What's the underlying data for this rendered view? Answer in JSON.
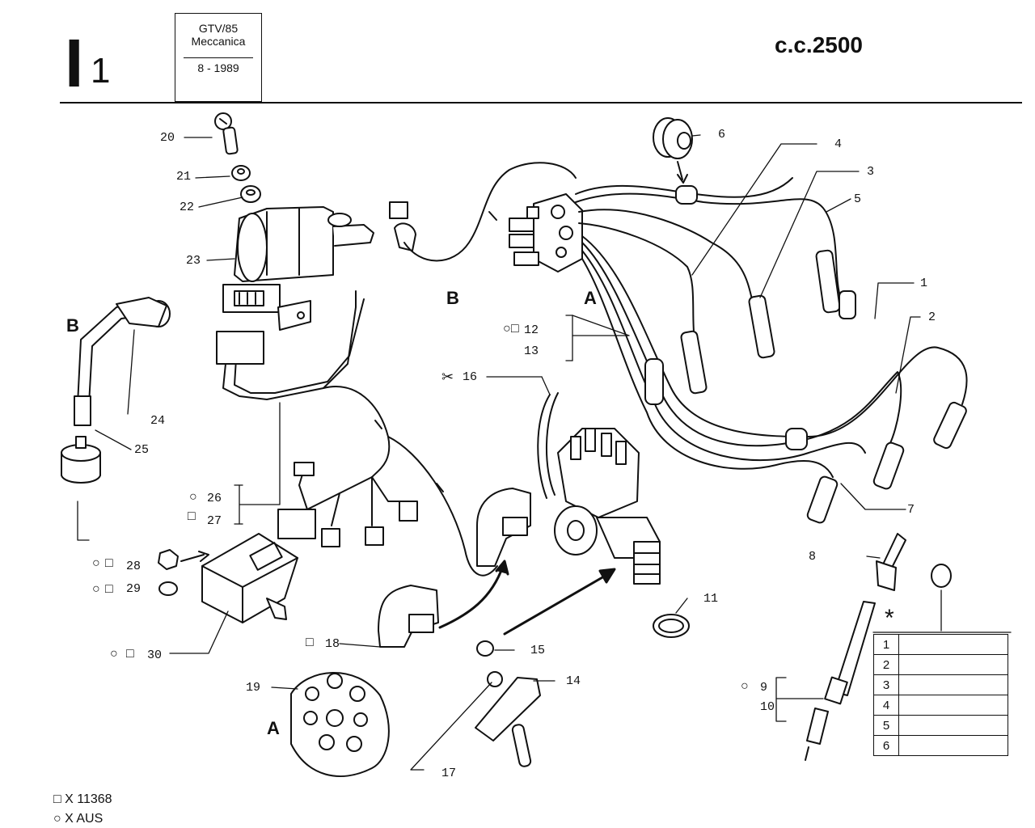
{
  "header": {
    "section_letter": "I",
    "section_number": "1",
    "model": "GTV/85",
    "group": "Meccanica",
    "date": "8 - 1989",
    "engine": "c.c.2500"
  },
  "callouts": {
    "c1": "1",
    "c2": "2",
    "c3": "3",
    "c4": "4",
    "c5": "5",
    "c6": "6",
    "c7": "7",
    "c8": "8",
    "c9": "9",
    "c10": "10",
    "c11": "11",
    "c12": "12",
    "c13": "13",
    "c14": "14",
    "c15": "15",
    "c16": "16",
    "c17": "17",
    "c18": "18",
    "c19": "19",
    "c20": "20",
    "c21": "21",
    "c22": "22",
    "c23": "23",
    "c24": "24",
    "c25": "25",
    "c26": "26",
    "c27": "27",
    "c28": "28",
    "c29": "29",
    "c30": "30"
  },
  "view_letters": {
    "a1": "A",
    "a2": "A",
    "b1": "B",
    "b2": "B"
  },
  "asterisk": "*",
  "spark_table": {
    "rows": [
      {
        "n": "1",
        "v": ""
      },
      {
        "n": "2",
        "v": ""
      },
      {
        "n": "3",
        "v": ""
      },
      {
        "n": "4",
        "v": ""
      },
      {
        "n": "5",
        "v": ""
      },
      {
        "n": "6",
        "v": ""
      }
    ]
  },
  "legend": {
    "square_text": "X 11368",
    "circle_text": "X AUS"
  },
  "symbols": {
    "square": "□",
    "circle": "○",
    "scissors": "✂"
  }
}
